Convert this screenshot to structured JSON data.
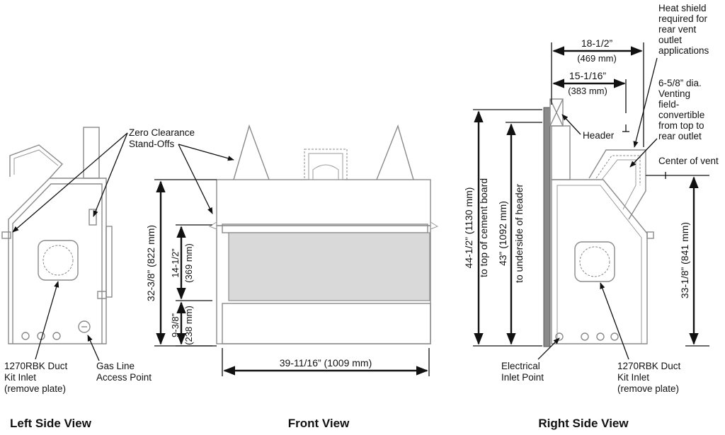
{
  "views": {
    "left": "Left Side View",
    "front": "Front View",
    "right": "Right Side View"
  },
  "callouts": {
    "zero_clearance_1": "Zero Clearance",
    "zero_clearance_2": "Stand-Offs",
    "duct_left_1": "1270RBK Duct",
    "duct_left_2": "Kit Inlet",
    "duct_left_3": "(remove plate)",
    "gas_1": "Gas Line",
    "gas_2": "Access Point",
    "elec_1": "Electrical",
    "elec_2": "Inlet Point",
    "duct_right_1": "1270RBK Duct",
    "duct_right_2": "Kit Inlet",
    "duct_right_3": "(remove plate)",
    "header": "Header",
    "heat_shield": [
      "Heat shield",
      "required for",
      "rear vent",
      "outlet",
      "applications"
    ],
    "venting": [
      "6-5/8” dia.",
      "Venting",
      "field-",
      "convertible",
      "from top to",
      "rear outlet"
    ],
    "center_vent": "Center of vent"
  },
  "dimensions": {
    "front_height_imp": "32-3/8” (822 mm)",
    "front_glass_imp": "14-1/2”",
    "front_glass_mm": "(369 mm)",
    "front_base_imp": "9-3/8”",
    "front_base_mm": "(238 mm)",
    "front_width": "39-11/16” (1009 mm)",
    "depth_total_imp": "18-1/2”",
    "depth_total_mm": "(469 mm)",
    "depth_vent_imp": "15-1/16”",
    "depth_vent_mm": "(383 mm)",
    "cement_imp": "44-1/2” (1130 mm)",
    "cement_txt": "to top of cement board",
    "header_imp": "43” (1092 mm)",
    "header_txt": "to underside of header",
    "vent_center": "33-1/8” (841 mm)"
  }
}
